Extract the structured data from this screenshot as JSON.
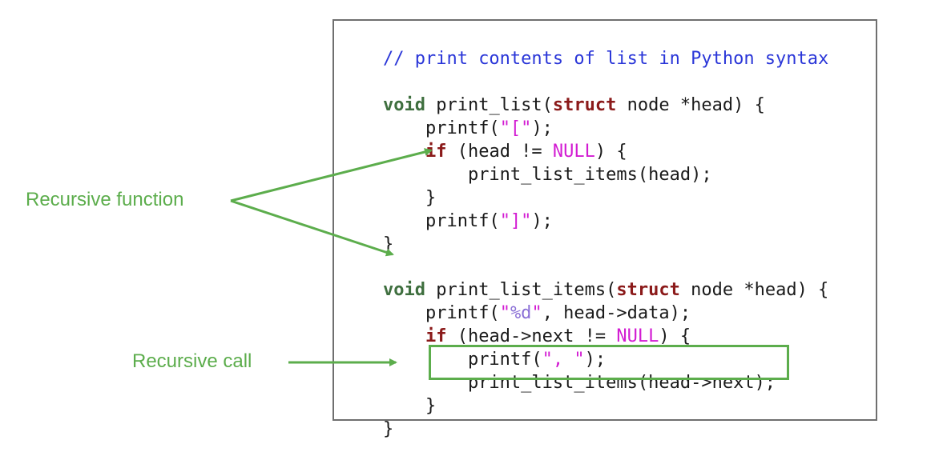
{
  "code": {
    "comment": "// print contents of list in Python syntax",
    "line1": {
      "t1": "void",
      "t2": " print_list(",
      "t3": "struct",
      "t4": " node *head) {"
    },
    "line2": {
      "a": "    printf(",
      "b": "\"[\"",
      "c": ");"
    },
    "line3": {
      "a": "    ",
      "kw": "if",
      "b": " (head != ",
      "nul": "NULL",
      "c": ") {"
    },
    "line4": {
      "a": "        print_list_items(head);"
    },
    "line5": {
      "a": "    }"
    },
    "line6": {
      "a": "    printf(",
      "b": "\"]\"",
      "c": ");"
    },
    "line7": {
      "a": "}"
    },
    "line8": {
      "t1": "void",
      "t2": " print_list_items(",
      "t3": "struct",
      "t4": " node *head) {"
    },
    "line9": {
      "a": "    printf(",
      "b": "\"",
      "fmt": "%d",
      "b2": "\"",
      "c": ", head->data);"
    },
    "line10": {
      "a": "    ",
      "kw": "if",
      "b": " (head->next != ",
      "nul": "NULL",
      "c": ") {"
    },
    "line11": {
      "a": "        printf(",
      "b": "\", \"",
      "c": ");"
    },
    "line12": {
      "a": "        print_list_items(head->next);"
    },
    "line13": {
      "a": "    }"
    },
    "line14": {
      "a": "}"
    }
  },
  "labels": {
    "recursive_function": "Recursive function",
    "recursive_call": "Recursive call"
  },
  "colors": {
    "annotation": "#5cad4c",
    "comment": "#2a36d8",
    "type_keyword": "#3f6f3f",
    "keyword": "#8b1a1a",
    "string": "#d21bd2"
  }
}
